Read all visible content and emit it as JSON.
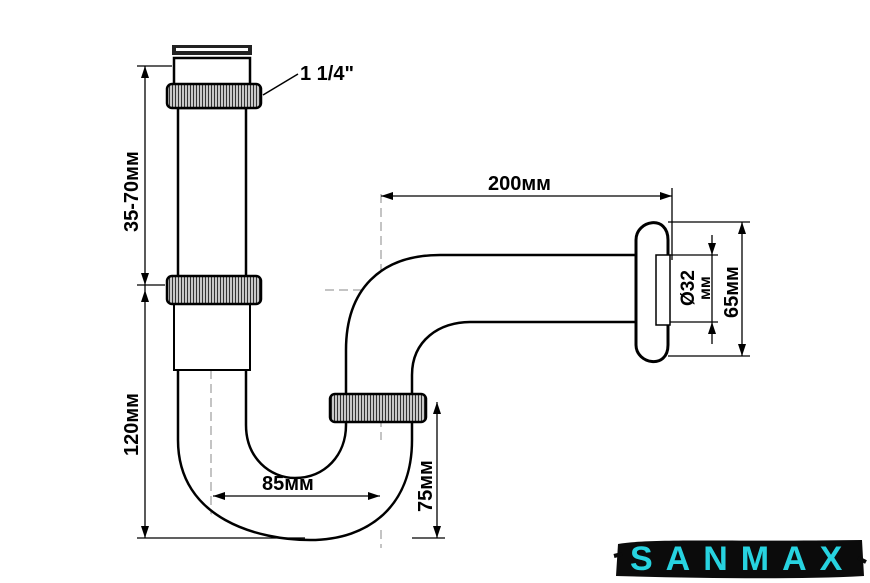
{
  "dimensions": {
    "thread": "1 1/4\"",
    "tailpiece_range": "35-70мм",
    "trap_height": "120мм",
    "trap_width": "85мм",
    "outlet_length": "200мм",
    "outlet_diameter_value": "Ø32",
    "outlet_diameter_unit": "мм",
    "flange_height": "65мм",
    "seal_depth": "75мм"
  },
  "brand": {
    "name": "SANMAX",
    "color": "#27d3e0"
  },
  "colors": {
    "line": "#000000",
    "pipe_fill": "#ffffff",
    "nut_fill": "#9a9a9a"
  }
}
